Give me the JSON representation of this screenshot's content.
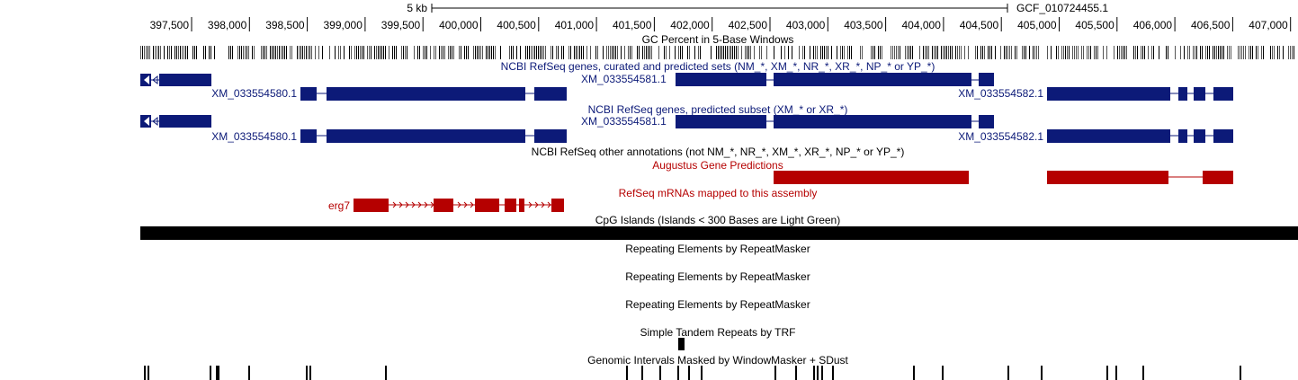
{
  "scale_bar": {
    "label": "5 kb",
    "assembly": "GCF_010724455.1"
  },
  "ruler": {
    "ticks": [
      "397,500",
      "398,000",
      "398,500",
      "399,000",
      "399,500",
      "400,000",
      "400,500",
      "401,000",
      "401,500",
      "402,000",
      "402,500",
      "403,000",
      "403,500",
      "404,000",
      "404,500",
      "405,000",
      "405,500",
      "406,000",
      "406,500",
      "407,000"
    ]
  },
  "colors": {
    "refseq": "#0c1a78",
    "augustus": "#b50000",
    "mrna": "#b50000",
    "cpg": "#000000",
    "track_title": "#000000"
  },
  "tracks": {
    "gc_percent": {
      "title": "GC Percent in 5-Base Windows"
    },
    "refseq_curated": {
      "title": "NCBI RefSeq genes, curated and predicted sets (NM_*, XM_*, NR_*, XR_*, NP_* or YP_*)",
      "genes": [
        "XM_033554580.1",
        "XM_033554581.1",
        "XM_033554582.1"
      ]
    },
    "refseq_predicted": {
      "title": "NCBI RefSeq genes, predicted subset (XM_* or XR_*)",
      "genes": [
        "XM_033554580.1",
        "XM_033554581.1",
        "XM_033554582.1"
      ]
    },
    "refseq_other": {
      "title": "NCBI RefSeq other annotations (not NM_*, NR_*, XM_*, XR_*, NP_* or YP_*)"
    },
    "augustus": {
      "title": "Augustus Gene Predictions"
    },
    "refseq_mrna": {
      "title": "RefSeq mRNAs mapped to this assembly",
      "genes": [
        "erg7"
      ]
    },
    "cpg": {
      "title": "CpG Islands (Islands < 300 Bases are Light Green)"
    },
    "repeatmasker_1": {
      "title": "Repeating Elements by RepeatMasker"
    },
    "repeatmasker_2": {
      "title": "Repeating Elements by RepeatMasker"
    },
    "repeatmasker_3": {
      "title": "Repeating Elements by RepeatMasker"
    },
    "trf": {
      "title": "Simple Tandem Repeats by TRF"
    },
    "windowmasker": {
      "title": "Genomic Intervals Masked by WindowMasker + SDust"
    }
  }
}
